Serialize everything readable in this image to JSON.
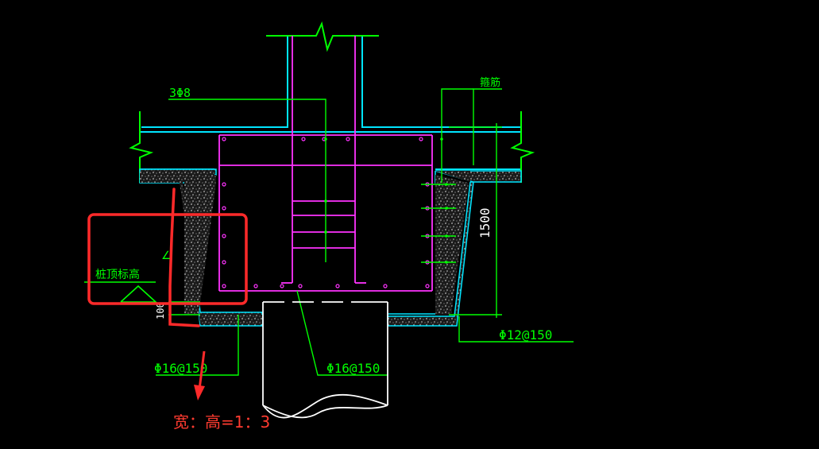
{
  "drawing": {
    "labels": {
      "top_bar": "3Φ8",
      "stirrup": "箍筋",
      "pile_top": "桩顶标高",
      "dim_1500": "1500",
      "dim_100": "100",
      "rebar_right": "Φ12@150",
      "rebar_left_bottom": "Φ16@150",
      "rebar_center_bottom": "Φ16@150",
      "slope_mark": "∠",
      "partial_bottom": "..."
    },
    "annotation": {
      "ratio_text": "宽：高=1：3",
      "color": "#ff3b30"
    },
    "colors": {
      "background": "#000000",
      "green": "#00ff00",
      "cyan": "#00e5ff",
      "magenta": "#ff33ff",
      "white": "#ffffff",
      "concrete": "#9a9a9a"
    }
  }
}
